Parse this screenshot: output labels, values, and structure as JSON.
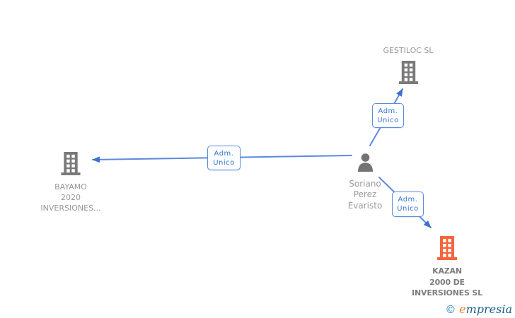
{
  "colors": {
    "company_icon_default": "#7a7a7a",
    "company_icon_highlight": "#f5663d",
    "person_icon": "#737373",
    "edge_line": "#5d89da",
    "edge_arrowhead": "#3f6fd1",
    "edge_label_text": "#3a77cf",
    "edge_label_border": "#5b8dd9",
    "node_label_text": "#979797",
    "brand_copyright_blue": "#2e7cb5",
    "brand_orange": "#ee7a30",
    "brand_script_blue": "#1e6288"
  },
  "nodes": {
    "gestiloc": {
      "type": "company",
      "label": "GESTILOC SL"
    },
    "bayamo": {
      "type": "company",
      "line1": "BAYAMO",
      "line2": "2020",
      "line3": "INVERSIONES..."
    },
    "kazan": {
      "type": "company",
      "line1": "KAZAN",
      "line2": "2000 DE",
      "line3": "INVERSIONES SL"
    },
    "person": {
      "type": "person",
      "line1": "Soriano",
      "line2": "Perez",
      "line3": "Evaristo"
    }
  },
  "edges": {
    "person_to_gestiloc": {
      "label_line1": "Adm.",
      "label_line2": "Unico"
    },
    "person_to_bayamo": {
      "label_line1": "Adm.",
      "label_line2": "Unico"
    },
    "person_to_kazan": {
      "label_line1": "Adm.",
      "label_line2": "Unico"
    }
  },
  "footer": {
    "copyright": "©",
    "brand_initial": "e",
    "brand_rest": "mpresia"
  }
}
